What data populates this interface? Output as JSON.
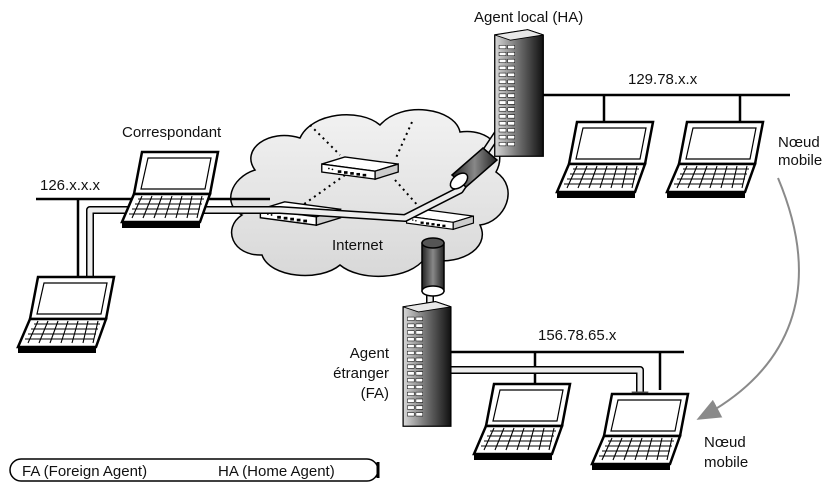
{
  "labels": {
    "home_agent": "Agent local (HA)",
    "home_network": "129.78.x.x",
    "correspondent": "Correspondant",
    "correspondent_network": "126.x.x.x",
    "internet": "Internet",
    "mobile_node_top_line1": "Nœud",
    "mobile_node_top_line2": "mobile",
    "foreign_agent_line1": "Agent",
    "foreign_agent_line2": "étranger",
    "foreign_agent_line3": "(FA)",
    "foreign_network": "156.78.65.x",
    "mobile_node_bottom_line1": "Nœud",
    "mobile_node_bottom_line2": "mobile"
  },
  "legend": {
    "fa": "FA (Foreign Agent)",
    "ha": "HA (Home Agent)"
  },
  "colors": {
    "line": "#000000",
    "cloud_fill": "#e6e6e6",
    "tunnel_fill": "#555555",
    "path_fill": "#ededed",
    "arrow": "#8a8a8a",
    "device_fill": "#ffffff",
    "server_fill": "#2a2a2a"
  },
  "icons": [
    "laptop-icon",
    "server-icon",
    "router-icon",
    "cloud-icon",
    "tunnel-icon"
  ]
}
